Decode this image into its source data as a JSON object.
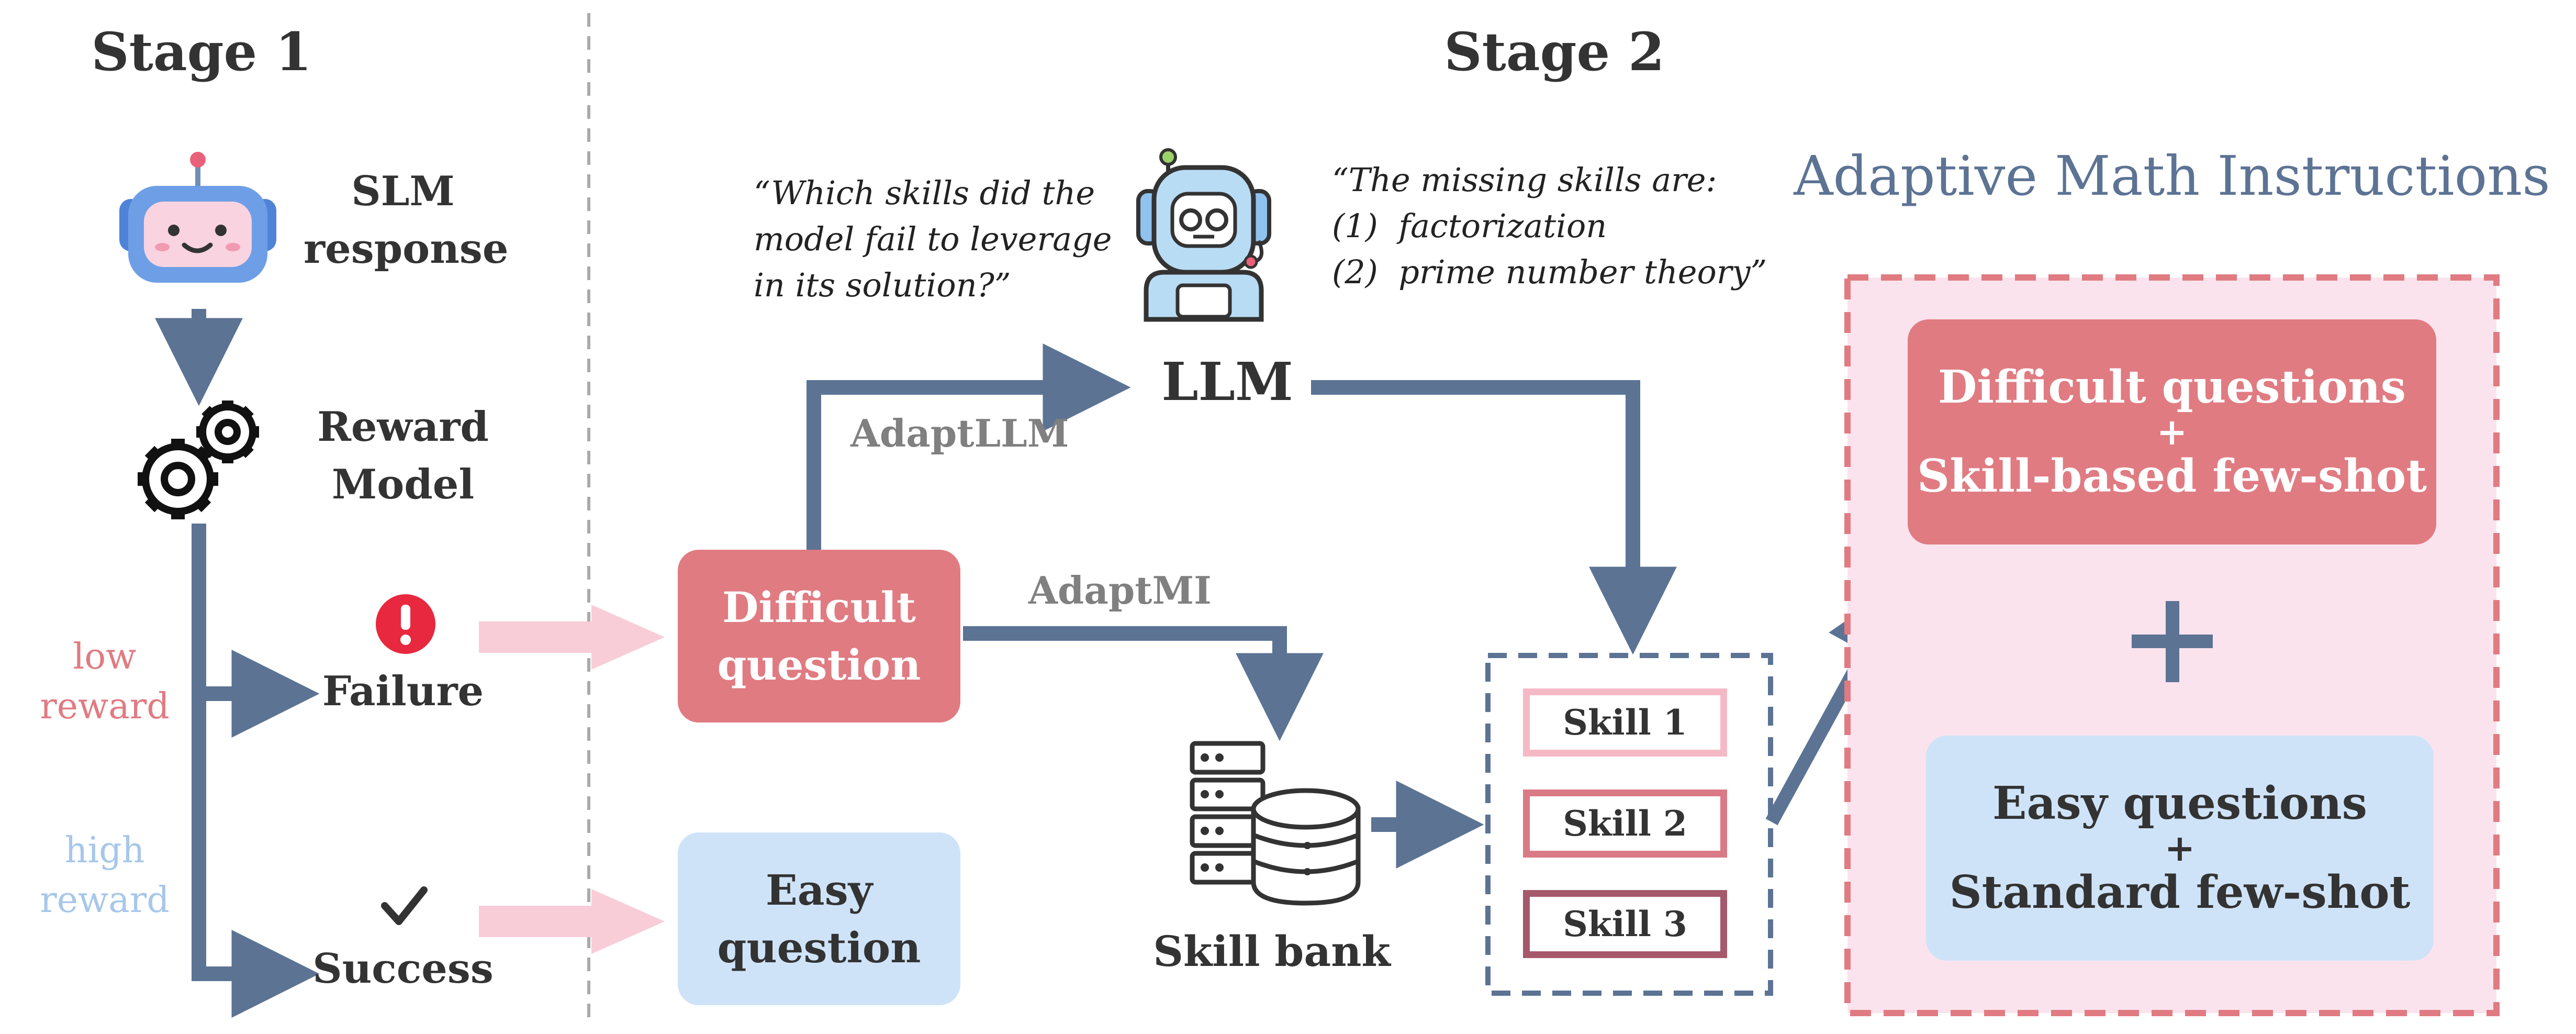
{
  "stage1": {
    "title": "Stage 1",
    "slm_label_line1": "SLM",
    "slm_label_line2": "response",
    "reward_label_line1": "Reward",
    "reward_label_line2": "Model",
    "low_reward_line1": "low",
    "low_reward_line2": "reward",
    "high_reward_line1": "high",
    "high_reward_line2": "reward",
    "failure_label": "Failure",
    "success_label": "Success"
  },
  "stage2": {
    "title": "Stage 2",
    "question_quote": "“Which skills did the\nmodel fail to leverage\nin its solution?”",
    "answer_quote": "“The missing skills are:\n(1)  factorization\n(2)  prime number theory”",
    "llm_label": "LLM",
    "adaptllm_label": "AdaptLLM",
    "adaptmi_label": "AdaptMI",
    "difficult_question_line1": "Difficult",
    "difficult_question_line2": "question",
    "easy_question_line1": "Easy",
    "easy_question_line2": "question",
    "skill_bank_label": "Skill bank",
    "skills": [
      "Skill 1",
      "Skill 2",
      "Skill 3"
    ]
  },
  "adaptive": {
    "title": "Adaptive Math Instructions",
    "difficult_box_line1": "Difficult questions",
    "difficult_box_plus": "+",
    "difficult_box_line2": "Skill-based few-shot",
    "big_plus": "+",
    "easy_box_line1": "Easy questions",
    "easy_box_plus": "+",
    "easy_box_line2": "Standard few-shot"
  },
  "colors": {
    "arrow_blue": "#5c7394",
    "pink_arrow": "#f8cdd8",
    "difficult_red": "#e07b82",
    "easy_blue": "#cfe3f8",
    "panel_pink": "#fbe3ee",
    "panel_border": "#e07b82",
    "low_reward_text": "#e07b82",
    "high_reward_text": "#a7c7ea",
    "gray_text": "#808080",
    "title_blue": "#5c7394"
  },
  "icons": [
    "robot-slm-icon",
    "gears-icon",
    "exclamation-icon",
    "checkmark-icon",
    "robot-llm-icon",
    "server-database-icon"
  ]
}
